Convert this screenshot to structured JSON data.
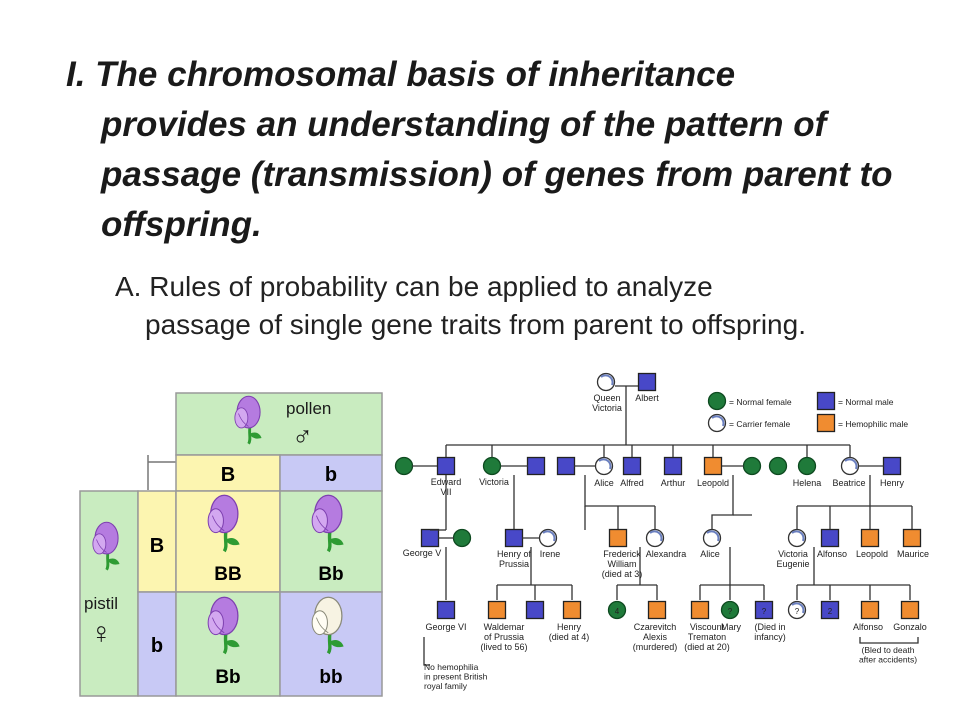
{
  "heading": {
    "line1": "I. The chromosomal basis of inheritance",
    "rest": "provides an understanding of the pattern of passage (transmission) of genes from parent to offspring."
  },
  "subpoint": {
    "line1": "A. Rules of probability can be applied to analyze",
    "rest": "passage of single gene traits from parent to offspring."
  },
  "punnett": {
    "pollen_label": "pollen",
    "male_symbol": "♂",
    "pistil_label": "pistil",
    "female_symbol": "♀",
    "col_alleles": [
      "B",
      "b"
    ],
    "row_alleles": [
      "B",
      "b"
    ],
    "cells": [
      "BB",
      "Bb",
      "Bb",
      "bb"
    ],
    "colors": {
      "green": "#c9ecc0",
      "yellow": "#fcf5b0",
      "lavender": "#c8c9f5",
      "purple_flower": "#b57be0",
      "white_flower": "#f7f3e3"
    }
  },
  "pedigree": {
    "legend": {
      "normal_female": "= Normal female",
      "carrier_female": "= Carrier female",
      "normal_male": "= Normal male",
      "hemophilic_male": "= Hemophilic male"
    },
    "gen1": {
      "queen": "Queen\nVictoria",
      "albert": "Albert"
    },
    "gen2": [
      "Edward\nVII",
      "Victoria",
      "Alice",
      "Alfred",
      "Arthur",
      "Leopold",
      "Helena",
      "Beatrice",
      "Henry"
    ],
    "gen3": [
      "George V",
      "Henry of\nPrussia",
      "Irene",
      "Frederick\nWilliam\n(died at 3)",
      "Alexandra",
      "Alice",
      "Victoria\nEugenie",
      "Alfonso",
      "Leopold",
      "Maurice"
    ],
    "gen4": [
      "George VI",
      "Waldemar\nof Prussia\n(lived to 56)",
      "Henry\n(died at 4)",
      "Czarevitch\nAlexis\n(murdered)",
      "Viscount\nTrematon\n(died at 20)",
      "Mary",
      "(Died in\ninfancy)",
      "Alfonso",
      "Gonzalo"
    ],
    "symbol_labels": [
      "4",
      "?",
      "?",
      "?",
      "2"
    ],
    "notes": {
      "british": "No hemophilia\nin present British\nroyal family",
      "spain": "(Bled to death\nafter accidents)"
    },
    "colors": {
      "female_normal": "#1f7a3a",
      "male_normal": "#4848c8",
      "male_hemophilic": "#f08c30"
    }
  }
}
